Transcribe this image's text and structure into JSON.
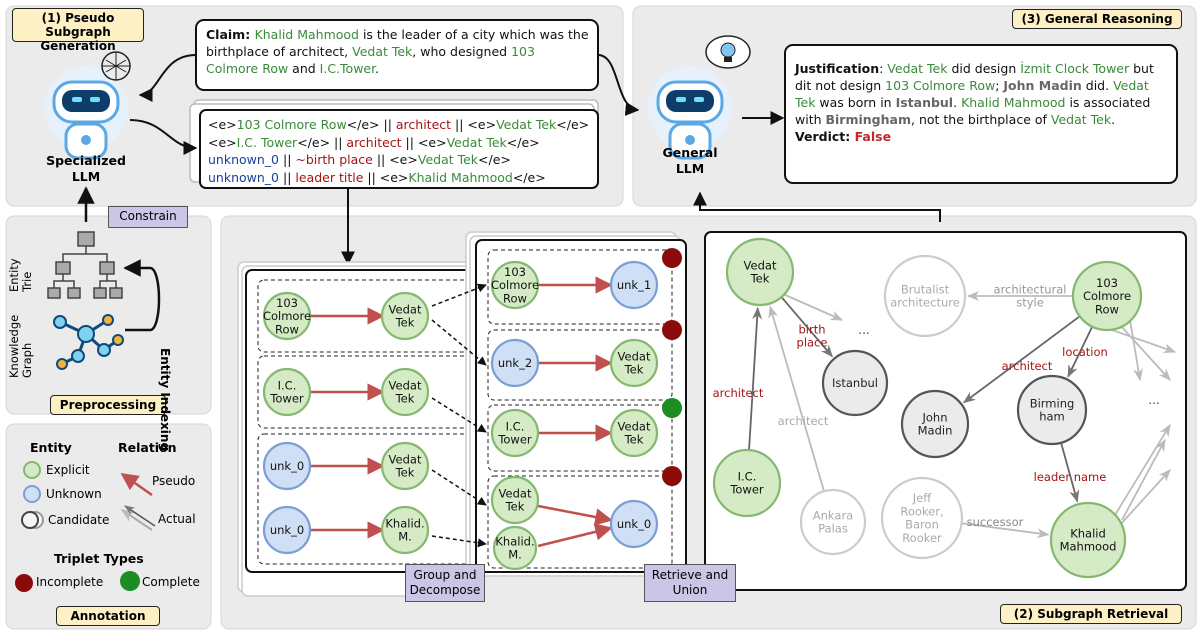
{
  "sections": {
    "pseudo": "(1) Pseudo Subgraph\nGeneration",
    "general": "(3) General Reasoning",
    "retrieval": "(2) Subgraph Retrieval",
    "preprocessing": "Preprocessing",
    "annotation": "Annotation"
  },
  "claim": {
    "label": "Claim:",
    "parts": [
      {
        "t": "Khalid Mahmood",
        "c": "g"
      },
      {
        "t": " is the leader of a city which was the birthplace of architect, ",
        "c": "k"
      },
      {
        "t": "Vedat Tek",
        "c": "g"
      },
      {
        "t": ", who designed ",
        "c": "k"
      },
      {
        "t": "103 Colmore Row",
        "c": "g"
      },
      {
        "t": " and ",
        "c": "k"
      },
      {
        "t": "I.C.Tower",
        "c": "g"
      },
      {
        "t": ".",
        "c": "k"
      }
    ]
  },
  "pseudo_triples": [
    [
      {
        "t": "<e>",
        "c": "k"
      },
      {
        "t": "103 Colmore Row",
        "c": "g"
      },
      {
        "t": "</e> || ",
        "c": "k"
      },
      {
        "t": "architect",
        "c": "r"
      },
      {
        "t": " || <e>",
        "c": "k"
      },
      {
        "t": "Vedat Tek",
        "c": "g"
      },
      {
        "t": "</e>",
        "c": "k"
      }
    ],
    [
      {
        "t": "<e>",
        "c": "k"
      },
      {
        "t": "I.C. Tower",
        "c": "g"
      },
      {
        "t": "</e> || ",
        "c": "k"
      },
      {
        "t": "architect",
        "c": "r"
      },
      {
        "t": " || <e>",
        "c": "k"
      },
      {
        "t": "Vedat Tek",
        "c": "g"
      },
      {
        "t": "</e>",
        "c": "k"
      }
    ],
    [
      {
        "t": "unknown_0",
        "c": "b"
      },
      {
        "t": " || ",
        "c": "k"
      },
      {
        "t": "~birth place",
        "c": "r"
      },
      {
        "t": " || <e>",
        "c": "k"
      },
      {
        "t": "Vedat Tek",
        "c": "g"
      },
      {
        "t": "</e>",
        "c": "k"
      }
    ],
    [
      {
        "t": "unknown_0",
        "c": "b"
      },
      {
        "t": " || ",
        "c": "k"
      },
      {
        "t": "leader title",
        "c": "r"
      },
      {
        "t": " || <e>",
        "c": "k"
      },
      {
        "t": "Khalid Mahmood",
        "c": "g"
      },
      {
        "t": "</e>",
        "c": "k"
      }
    ]
  ],
  "llms": {
    "specialized": "Specialized\nLLM",
    "general": "General\nLLM"
  },
  "justification": {
    "label": "Justification",
    "parts": [
      {
        "t": ": ",
        "c": "k"
      },
      {
        "t": "Vedat Tek",
        "c": "g"
      },
      {
        "t": " did design ",
        "c": "k"
      },
      {
        "t": "İzmit Clock Tower",
        "c": "g"
      },
      {
        "t": " but dit not design ",
        "c": "k"
      },
      {
        "t": "103 Colmore Row",
        "c": "g"
      },
      {
        "t": "; ",
        "c": "k"
      },
      {
        "t": "John Madin",
        "c": "gb"
      },
      {
        "t": " did. ",
        "c": "k"
      },
      {
        "t": "Vedat Tek",
        "c": "g"
      },
      {
        "t": " was born in ",
        "c": "k"
      },
      {
        "t": "Istanbul",
        "c": "gb"
      },
      {
        "t": ". ",
        "c": "k"
      },
      {
        "t": "Khalid Mahmood",
        "c": "g"
      },
      {
        "t": " is associated with ",
        "c": "k"
      },
      {
        "t": "Birmingham",
        "c": "gb"
      },
      {
        "t": ", not the birthplace of ",
        "c": "k"
      },
      {
        "t": "Vedat Tek",
        "c": "g"
      },
      {
        "t": ".",
        "c": "k"
      }
    ],
    "verdict_label": "Verdict",
    "verdict_value": "False"
  },
  "preprocess": {
    "constrain": "Constrain",
    "entity_trie": "Entity\nTrie",
    "knowledge_graph": "Knowledge\nGraph",
    "entity_indexing": "Entity Indexing"
  },
  "legend": {
    "entity": "Entity",
    "relation": "Relation",
    "explicit": "Explicit",
    "unknown": "Unknown",
    "candidate": "Candidate",
    "pseudo": "Pseudo",
    "actual": "Actual",
    "triplet_types": "Triplet Types",
    "incomplete": "Incomplete",
    "complete": "Complete",
    "colors": {
      "explicit": "#d5ebc6",
      "unknown": "#cfe0f6",
      "incomplete": "#8b0b0b",
      "complete": "#1e8c24",
      "pseudo": "#c0504d"
    }
  },
  "group_panel": {
    "groups": [
      [
        [
          "103\nColmore\nRow",
          "Vedat\nTek"
        ]
      ],
      [
        [
          "I.C.\nTower",
          "Vedat\nTek"
        ]
      ],
      [
        [
          "unk_0",
          "Vedat\nTek"
        ],
        [
          "unk_0",
          "Khalid.\nM."
        ]
      ]
    ],
    "label": "Group and\nDecompose"
  },
  "retrieve_panel": {
    "items": [
      {
        "nodes": [
          "103\nColmore\nRow",
          "unk_1"
        ],
        "status": "incomplete"
      },
      {
        "nodes": [
          "unk_2",
          "Vedat\nTek"
        ],
        "status": "incomplete"
      },
      {
        "nodes": [
          "I.C.\nTower",
          "Vedat\nTek"
        ],
        "status": "complete"
      },
      {
        "nodes": [
          "Vedat\nTek",
          "Khalid.\nM.",
          "unk_0"
        ],
        "status": "incomplete"
      }
    ],
    "label": "Retrieve and\nUnion"
  },
  "subgraph": {
    "nodes": {
      "vedat": "Vedat\nTek",
      "brutalist": "Brutalist\narchitecture",
      "colmore": "103\nColmore\nRow",
      "istanbul": "Istanbul",
      "john": "John\nMadin",
      "birmingham": "Birming\nham",
      "ictower": "I.C.\nTower",
      "ankara": "Ankara\nPalas",
      "jeff": "Jeff\nRooker,\nBaron\nRooker",
      "khalid": "Khalid\nMahmood"
    },
    "edges": {
      "birth_place": "birth\nplace",
      "architectural_style": "architectural\nstyle",
      "architect_ic": "architect",
      "architect_ankara": "architect",
      "architect_john": "architect",
      "location": "location",
      "leader_name": "leader name",
      "successor": "successor"
    },
    "ellipsis": "..."
  }
}
